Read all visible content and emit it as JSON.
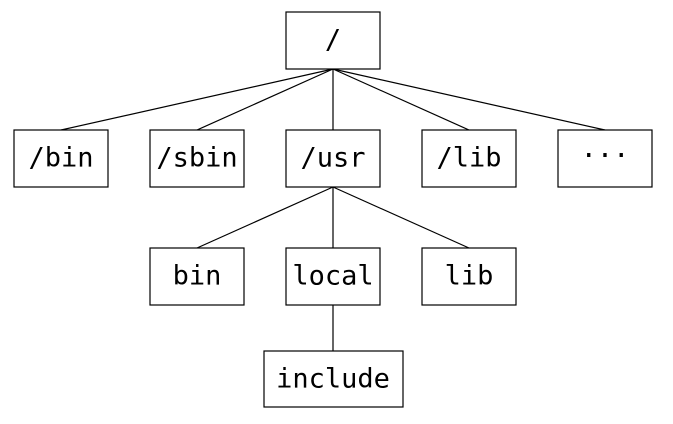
{
  "tree": {
    "root": {
      "label": "/"
    },
    "level1": [
      {
        "label": "/bin"
      },
      {
        "label": "/sbin"
      },
      {
        "label": "/usr"
      },
      {
        "label": "/lib"
      },
      {
        "label": "···"
      }
    ],
    "usr_children": [
      {
        "label": "bin"
      },
      {
        "label": "local"
      },
      {
        "label": "lib"
      }
    ],
    "local_children": [
      {
        "label": "include"
      }
    ]
  }
}
